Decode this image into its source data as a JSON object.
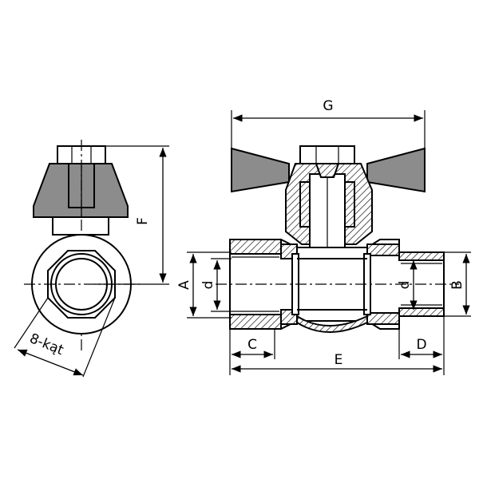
{
  "labels": {
    "G": "G",
    "F": "F",
    "A": "A",
    "d_left": "d",
    "d_right": "d",
    "B": "B",
    "C": "C",
    "D": "D",
    "E": "E",
    "hex": "8-kąt"
  },
  "colors": {
    "line": "#000000",
    "handle": "#8c8c8c",
    "background": "#ffffff"
  }
}
